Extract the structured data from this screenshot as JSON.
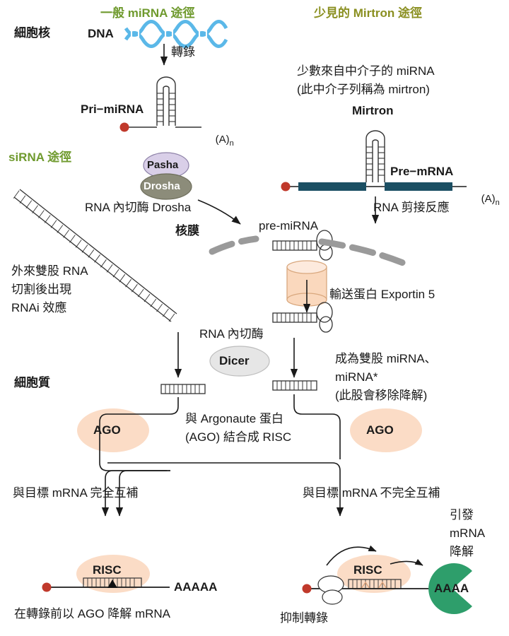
{
  "title_labels": {
    "pathway_mirna": "一般 miRNA 途徑",
    "pathway_mirtron": "少見的 Mirtron 途徑",
    "pathway_sirna": "siRNA 途徑"
  },
  "compartments": {
    "nucleus": "細胞核",
    "cytoplasm": "細胞質",
    "nuclear_membrane": "核膜"
  },
  "molecules": {
    "dna": "DNA",
    "pri_mirna": "Pri−miRNA",
    "mirtron": "Mirtron",
    "pre_mrna": "Pre−mRNA",
    "pre_mirna": "pre-miRNA",
    "polya_left": "(A)",
    "polya_left_sub": "n",
    "polya_right": "(A)",
    "polya_right_sub": "n",
    "pasha": "Pasha",
    "drosha": "Drosha",
    "dicer": "Dicer",
    "ago_left": "AGO",
    "ago_right": "AGO",
    "risc_left": "RISC",
    "risc_right": "RISC",
    "target_left": "AAAAA",
    "target_right": "AAAA"
  },
  "steps": {
    "transcription": "轉錄",
    "drosha_cut": "RNA 內切酶 Drosha",
    "splicing": "RNA 剪接反應",
    "mirtron_note_1": "少數來自中介子的 miRNA",
    "mirtron_note_2": "(此中介子列稱為 mirtron)",
    "exportin": "輸送蛋白 Exportin 5",
    "dicer_label": "RNA 內切酶",
    "duplex_note_1": "成為雙股 miRNA、",
    "duplex_note_2": "miRNA*",
    "duplex_note_3": "(此股會移除降解)",
    "sirna_note_1": "外來雙股 RNA",
    "sirna_note_2": "切割後出現",
    "sirna_note_3": "RNAi 效應",
    "risc_note_1": "與 Argonaute 蛋白",
    "risc_note_2": "(AGO) 結合成 RISC",
    "perfect_match": "與目標 mRNA 完全互補",
    "imperfect_match": "與目標 mRNA 不完全互補",
    "degrade_left": "在轉錄前以 AGO 降解 mRNA",
    "inhibit_translation": "抑制轉錄",
    "trigger_1": "引發",
    "trigger_2": "mRNA",
    "trigger_3": "降解"
  },
  "colors": {
    "green_title": "#6f9a2e",
    "olive_title": "#8a8f20",
    "text": "#1a1a1a",
    "pasha_fill": "#d9cfe8",
    "drosha_fill": "#8c8c7a",
    "dicer_fill": "#e6e6e6",
    "ago_fill": "#fbdcc6",
    "membrane": "#9a9a9a",
    "exportin_fill": "#fad8bd",
    "mrna_bar": "#1b4f63",
    "cap_dot": "#c0392b",
    "dna_blue": "#5bb8e8",
    "pacman_green": "#2e9e6b",
    "rna_outline": "#333333"
  }
}
